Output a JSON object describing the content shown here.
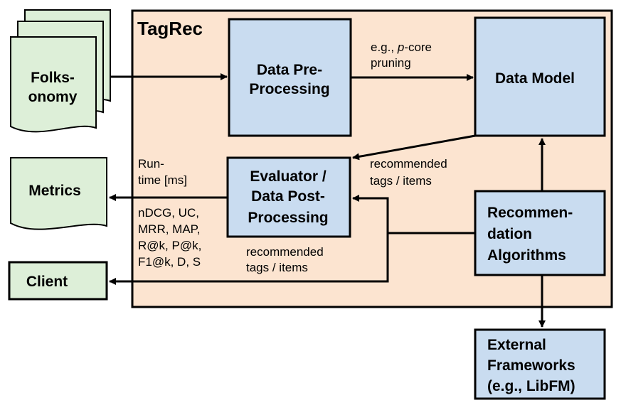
{
  "colors": {
    "container_fill": "#FCE4D0",
    "module_fill": "#C9DCF0",
    "io_fill": "#DDEFD8",
    "stroke": "#000000"
  },
  "container": {
    "title": "TagRec"
  },
  "folksonomy": {
    "line1": "Folks-",
    "line2": "onomy"
  },
  "data_preprocessing": {
    "line1": "Data Pre-",
    "line2": "Processing"
  },
  "data_model": {
    "label": "Data Model"
  },
  "evaluator": {
    "line1": "Evaluator /",
    "line2": "Data Post-",
    "line3": "Processing"
  },
  "recommendation_algorithms": {
    "line1": "Recommen-",
    "line2": "dation",
    "line3": "Algorithms"
  },
  "external_frameworks": {
    "line1": "External",
    "line2": "Frameworks",
    "line3": "(e.g., LibFM)"
  },
  "metrics": {
    "label": "Metrics"
  },
  "client": {
    "label": "Client"
  },
  "edge_labels": {
    "pcore_prefix": "e.g., ",
    "pcore_italic": "p",
    "pcore_suffix": "-core",
    "pcore_line2": "pruning",
    "rec_upper_line1": "recommended",
    "rec_upper_line2": "tags / items",
    "rec_lower_line1": "recommended",
    "rec_lower_line2": "tags / items",
    "runtime_line1": "Run-",
    "runtime_line2": "time [ms]",
    "metrics_line1": "nDCG, UC,",
    "metrics_line2": "MRR, MAP,",
    "metrics_line3": "R@k, P@k,",
    "metrics_line4": "F1@k, D, S"
  }
}
